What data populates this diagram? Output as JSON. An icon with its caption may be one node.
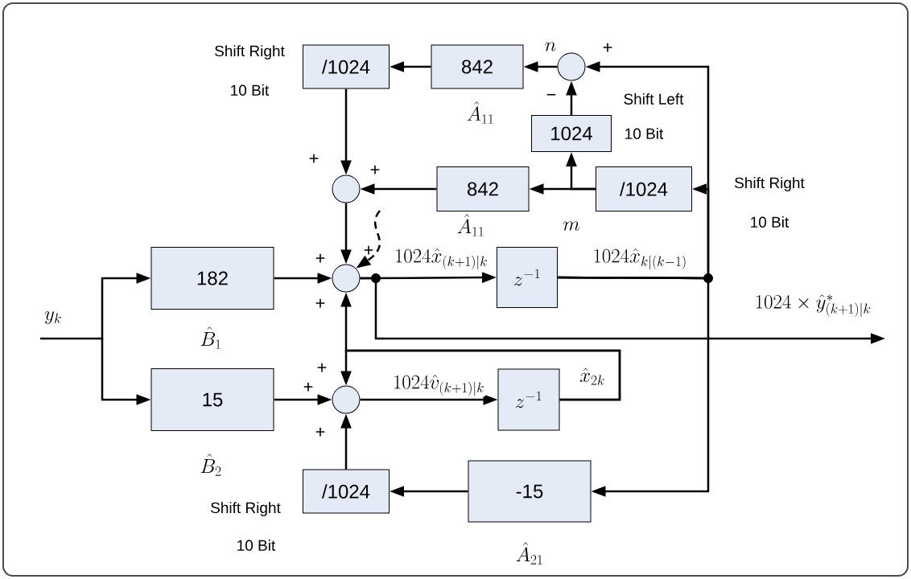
{
  "diagram": {
    "nodes": [
      {
        "text": [
          "/1024"
        ],
        "beside": [
          "Shift Right",
          "10 Bit"
        ]
      },
      {
        "text": [
          "842"
        ],
        "beside": [
          "\\hat{A}_{11}"
        ]
      },
      {
        "text": [],
        "shape": "circle"
      },
      {
        "text": [
          "1024"
        ],
        "beside": [
          "Shift Left",
          "10 Bit"
        ]
      },
      {
        "text": [
          "/1024"
        ],
        "beside": [
          "Shift Right",
          "10 Bit"
        ]
      },
      {
        "text": [
          "842"
        ],
        "beside": [
          "\\hat{A}_{11}"
        ]
      },
      {
        "text": [],
        "shape": "circle"
      },
      {
        "text": [
          "182"
        ],
        "beside": [
          "\\hat{B}_{1}"
        ]
      },
      {
        "text": [],
        "shape": "circle"
      },
      {
        "text": [
          "z^{-1}"
        ]
      },
      {
        "text": [
          "15"
        ],
        "beside": [
          "\\hat{B}_{2}"
        ]
      },
      {
        "text": [],
        "shape": "circle"
      },
      {
        "text": [
          "z^{-1}"
        ]
      },
      {
        "text": [
          "-15"
        ],
        "beside": [
          "\\hat{A}_{21}"
        ]
      },
      {
        "text": [
          "/1024"
        ],
        "beside": [
          "Shift Right",
          "10 Bit"
        ]
      }
    ],
    "edges": [
      {
        "from": 2,
        "to": 1,
        "arrow": "to",
        "label": "n"
      },
      {
        "from": 1,
        "to": 0,
        "arrow": "to"
      },
      {
        "from": 0,
        "to": 6,
        "arrow": "to"
      },
      {
        "from": 4,
        "to": 5,
        "arrow": "to",
        "label": "m"
      },
      {
        "from": 4,
        "to": 3,
        "arrow": "to"
      },
      {
        "from": 3,
        "to": 2,
        "arrow": "to"
      },
      {
        "from": 5,
        "to": 6,
        "arrow": "to"
      },
      {
        "from": 6,
        "to": 8,
        "arrow": "to"
      },
      {
        "from": 7,
        "to": 8,
        "arrow": "to"
      },
      {
        "from": null,
        "to": 7,
        "arrow": "to",
        "label": "y_{k}"
      },
      {
        "from": null,
        "to": 10,
        "arrow": "to"
      },
      {
        "from": 8,
        "to": 9,
        "arrow": "to",
        "label": "1024\\hat{x}_{(k+1)|k}"
      },
      {
        "from": 8,
        "to": null,
        "arrow": "to",
        "label": "1024\\times\\hat{y}^{*}_{(k+1)|k}"
      },
      {
        "from": 9,
        "to": 2,
        "arrow": "to",
        "label": "1024\\hat{x}_{k|(k-1)}"
      },
      {
        "from": 9,
        "to": 4,
        "arrow": "to"
      },
      {
        "from": 9,
        "to": 13,
        "arrow": "to"
      },
      {
        "from": 10,
        "to": 11,
        "arrow": "to"
      },
      {
        "from": 11,
        "to": 12,
        "arrow": "to",
        "label": "1024\\hat{v}_{(k+1)|k}"
      },
      {
        "from": 12,
        "to": 8,
        "arrow": "to",
        "label": "\\hat{x}_{2k}"
      },
      {
        "from": 12,
        "to": 11,
        "arrow": "to"
      },
      {
        "from": 13,
        "to": 14,
        "arrow": "to"
      },
      {
        "from": 14,
        "to": 11,
        "arrow": "to"
      },
      {
        "from": null,
        "to": 8,
        "arrow": "to",
        "style": "dashed"
      }
    ],
    "labels": [
      "+",
      "−",
      "+",
      "+",
      "+",
      "+",
      "+",
      "+",
      "+",
      "+"
    ]
  }
}
